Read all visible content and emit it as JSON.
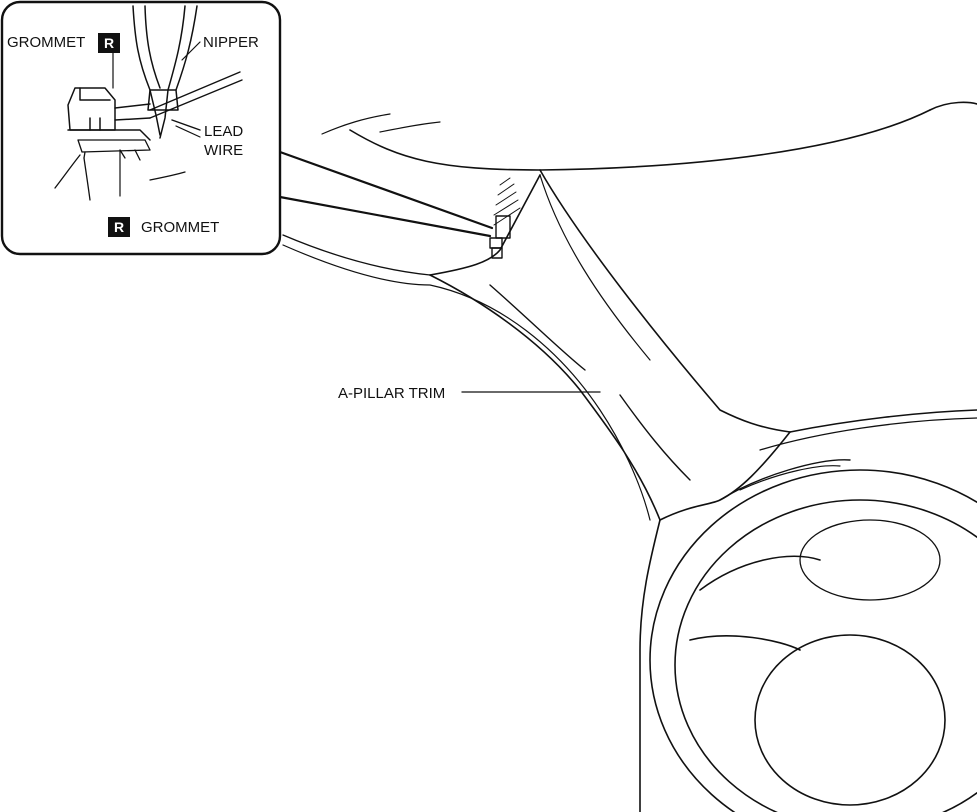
{
  "labels": {
    "grommet_top": "GROMMET",
    "nipper": "NIPPER",
    "lead_wire_line1": "LEAD",
    "lead_wire_line2": "WIRE",
    "grommet_bottom": "GROMMET",
    "a_pillar_trim": "A-PILLAR TRIM"
  },
  "badges": {
    "replace_top": "R",
    "replace_bottom": "R"
  }
}
